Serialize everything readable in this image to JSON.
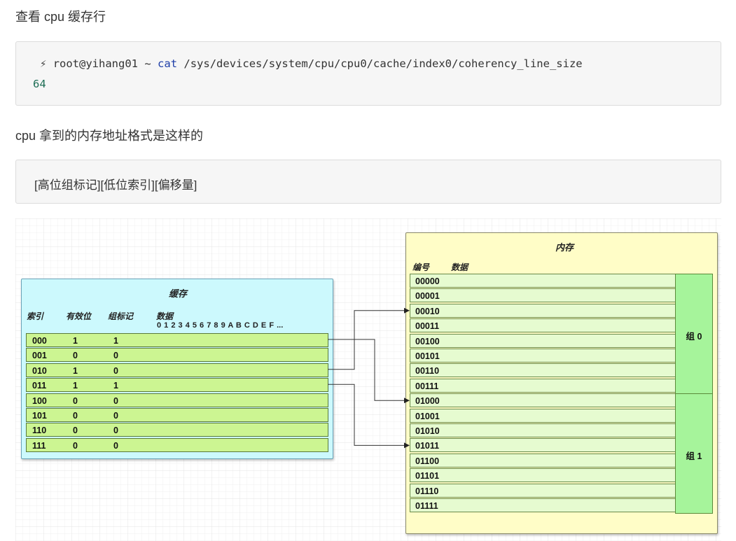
{
  "section1_heading": "查看 cpu 缓存行",
  "terminal": {
    "prompt_symbol": "⚡",
    "user_host": "root@yihang01",
    "tilde": "~",
    "command": "cat",
    "argument": "/sys/devices/system/cpu/cpu0/cache/index0/coherency_line_size",
    "output": "64"
  },
  "section2_heading": "cpu 拿到的内存地址格式是这样的",
  "address_format": "[高位组标记][低位索引][偏移量]",
  "diagram": {
    "cache": {
      "title": "缓存",
      "headers": {
        "index": "索引",
        "valid": "有效位",
        "tag": "组标记",
        "data": "数据"
      },
      "data_columns": "0 1 2 3 4 5 6 7 8 9 A B C D E F ...",
      "rows": [
        {
          "index": "000",
          "valid": "1",
          "tag": "1"
        },
        {
          "index": "001",
          "valid": "0",
          "tag": "0"
        },
        {
          "index": "010",
          "valid": "1",
          "tag": "0"
        },
        {
          "index": "011",
          "valid": "1",
          "tag": "1"
        },
        {
          "index": "100",
          "valid": "0",
          "tag": "0"
        },
        {
          "index": "101",
          "valid": "0",
          "tag": "0"
        },
        {
          "index": "110",
          "valid": "0",
          "tag": "0"
        },
        {
          "index": "111",
          "valid": "0",
          "tag": "0"
        }
      ]
    },
    "memory": {
      "title": "内存",
      "headers": {
        "id": "编号",
        "data": "数据"
      },
      "rows": [
        "00000",
        "00001",
        "00010",
        "00011",
        "00100",
        "00101",
        "00110",
        "00111",
        "01000",
        "01001",
        "01010",
        "01011",
        "01100",
        "01101",
        "01110",
        "01111"
      ],
      "groups": [
        "组 0",
        "组 1"
      ]
    },
    "mappings": [
      {
        "from": "000",
        "to": "01000"
      },
      {
        "from": "010",
        "to": "00010"
      },
      {
        "from": "011",
        "to": "01011"
      }
    ]
  },
  "colors": {
    "cache_bg": "#ccf9fd",
    "cache_row": "#ccf592",
    "memory_bg": "#fffdc7",
    "memory_row": "#e6fbd0",
    "group_bg": "#a6f49b"
  }
}
